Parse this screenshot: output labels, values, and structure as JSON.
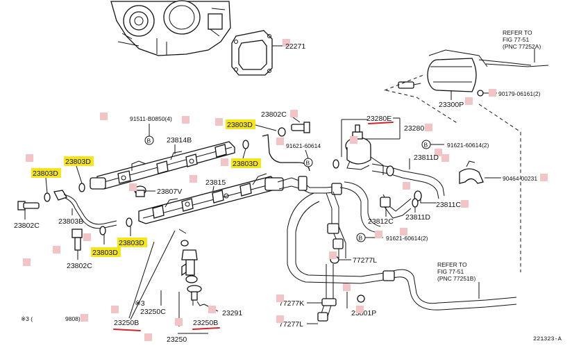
{
  "labels": {
    "p22271": "22271",
    "refer_top_1": "REFER TO",
    "refer_top_2": "FIG 77-51",
    "refer_top_3": "(PNC 77252A)",
    "p23300P": "23300P",
    "p90179": "90179-06161(2)",
    "p91511": "91511-B0850(4)",
    "p23802C_top": "23802C",
    "p23803D_top": "23803D",
    "p23280E": "23280E",
    "p23280": "23280",
    "p23814B": "23814B",
    "p91621_a": "91621-60614",
    "p91621_b": "91621-60614(2)",
    "p23803D_l1": "23803D",
    "p23803D_mid": "23803D",
    "p23811D_top": "23811D",
    "p23803D_l2": "23803D",
    "p90464": "90464-00231",
    "p23807V": "23807V",
    "p23815": "23815",
    "p23811C": "23811C",
    "p23802C_left": "23802C",
    "p23803B": "23803B",
    "p23811D_bot": "23811D",
    "p23812C": "23812C",
    "p91621_c": "91621-60614(2)",
    "p23803D_b1": "23803D",
    "p23803D_b2": "23803D",
    "p77277L_top": "77277L",
    "p23802C_bot": "23802C",
    "refer_bot_1": "REFER TO",
    "refer_bot_2": "FIG 77-51",
    "refer_bot_3": "(PNC 77251B)",
    "note_mark": "※3",
    "p23250C": "23250C",
    "p77277K": "77277K",
    "p23291": "23291",
    "p23801P": "23801P",
    "p23250B_a": "23250B",
    "p23250B_b": "23250B",
    "p77277L_bot": "77277L",
    "note_range_start": "※3 (",
    "note_range_end": "9808)",
    "p23250": "23250",
    "figure_code": "221323-A",
    "circle_b": "B"
  },
  "colors": {
    "highlight": "#f5e51b",
    "marker": "#f2c4c6",
    "underline": "#d2222a"
  }
}
